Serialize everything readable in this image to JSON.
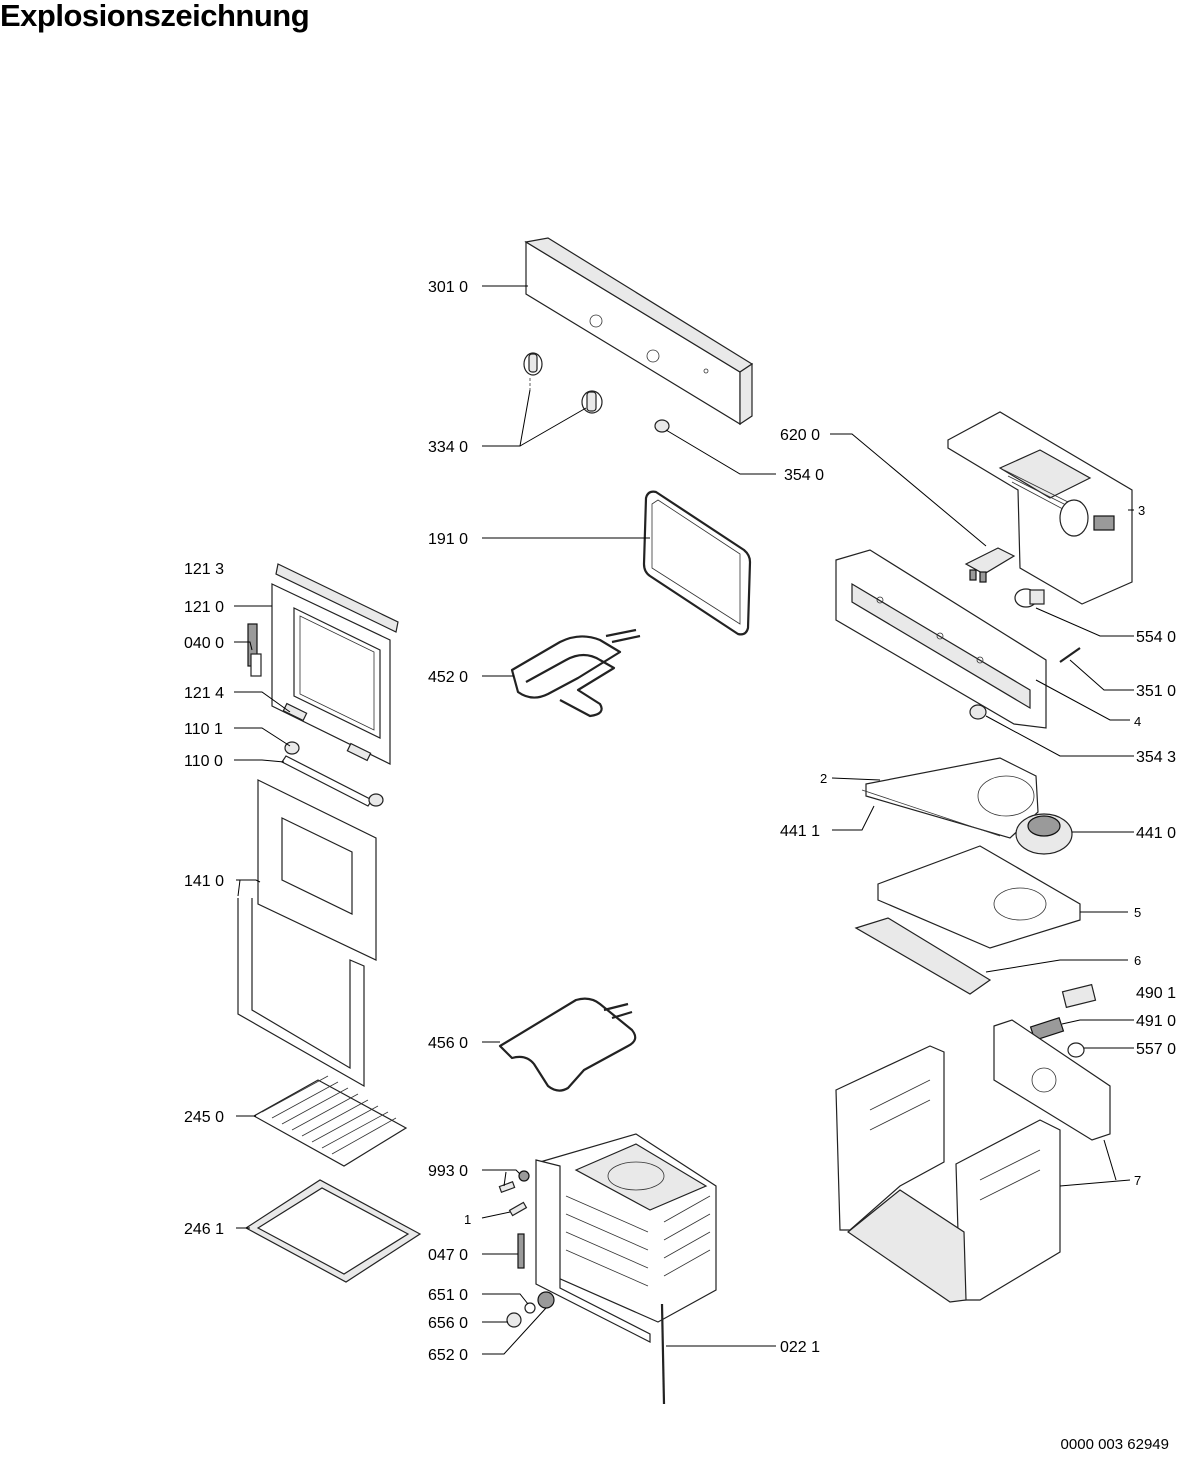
{
  "title": "Explosionszeichnung",
  "document_number": "0000 003 62949",
  "labels": {
    "p3010": "301 0",
    "p3340": "334 0",
    "p3540": "354 0",
    "p6200": "620 0",
    "p3": "3",
    "p1910": "191 0",
    "p1213": "121 3",
    "p1210": "121 0",
    "p0400": "040 0",
    "p4520": "452 0",
    "p5540": "554 0",
    "p3510": "351 0",
    "p1214": "121 4",
    "p4": "4",
    "p1101": "110 1",
    "p1100": "110 0",
    "p3543": "354 3",
    "p2": "2",
    "p4411": "441 1",
    "p4410": "441 0",
    "p1410": "141 0",
    "p5": "5",
    "p6": "6",
    "p4901": "490 1",
    "p4910": "491 0",
    "p4560": "456 0",
    "p5570": "557 0",
    "p2450": "245 0",
    "p9930": "993 0",
    "p7": "7",
    "p1": "1",
    "p2461": "246 1",
    "p0470": "047 0",
    "p6510": "651 0",
    "p6560": "656 0",
    "p6520": "652 0",
    "p0221": "022 1"
  }
}
